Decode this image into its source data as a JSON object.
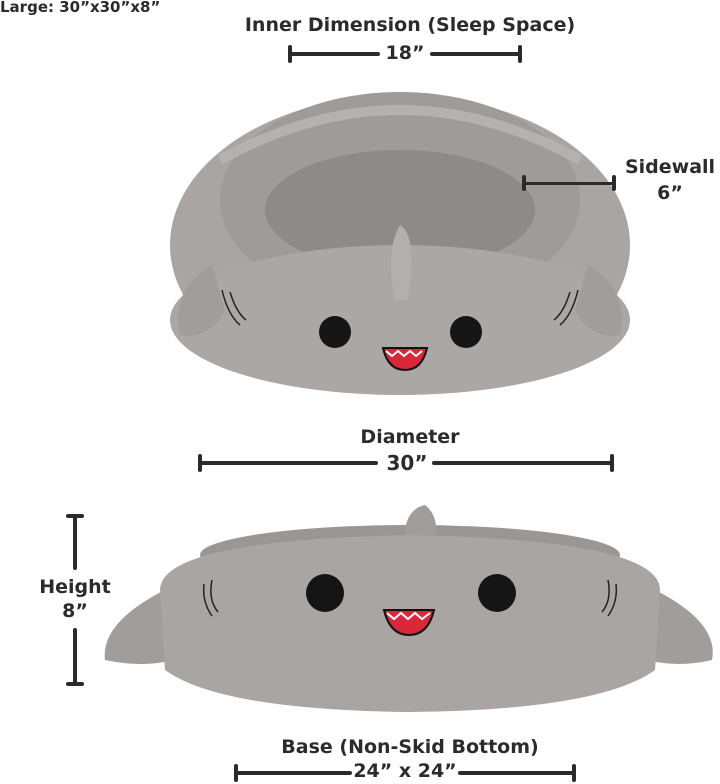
{
  "size_label": "Large: 30”x30”x8”",
  "dimensions": {
    "inner": {
      "title": "Inner Dimension (Sleep Space)",
      "value": "18”"
    },
    "sidewall": {
      "title": "Sidewall",
      "value": "6”"
    },
    "diameter": {
      "title": "Diameter",
      "value": "30”"
    },
    "height": {
      "title": "Height",
      "value": "8”"
    },
    "base": {
      "title": "Base (Non-Skid Bottom)",
      "value": "24” x 24”"
    }
  },
  "product": {
    "top_view": "shark-pet-bed-top-view",
    "front_view": "shark-pet-bed-front-view"
  },
  "colors": {
    "text": "#2b2b2b",
    "plush": "#a9a5a3",
    "plush_dark": "#8f8b89",
    "mouth": "#d8283a"
  }
}
